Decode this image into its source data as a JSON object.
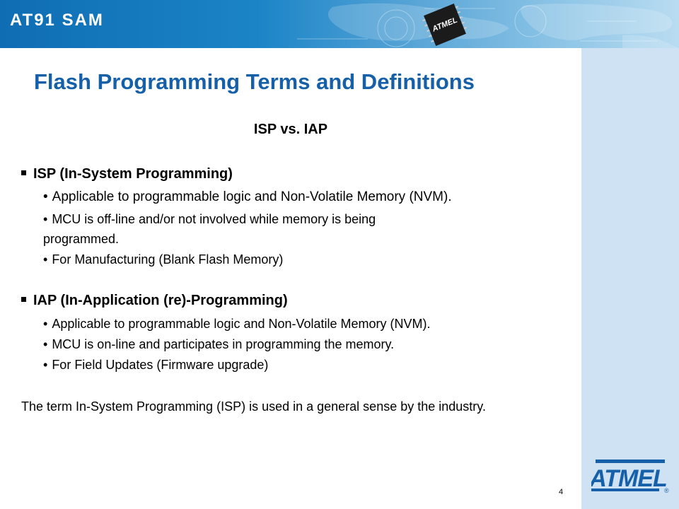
{
  "header": {
    "brand": "AT91 SAM",
    "chip_logo_text": "ATMEL"
  },
  "slide": {
    "title": "Flash Programming Terms and Definitions",
    "subtitle": "ISP vs. IAP",
    "sections": [
      {
        "heading": "ISP (In-System Programming)",
        "bullets": [
          "Applicable to programmable logic and Non-Volatile Memory (NVM).",
          "MCU is off-line and/or not involved while memory is being",
          "For Manufacturing (Blank Flash Memory)"
        ],
        "bullet_2_continuation": "programmed."
      },
      {
        "heading": "IAP (In-Application (re)-Programming)",
        "bullets": [
          "Applicable to programmable logic and Non-Volatile Memory (NVM).",
          "MCU is on-line and participates in programming the memory.",
          "For Field Updates (Firmware upgrade)"
        ]
      }
    ],
    "footer_paragraph": "The term In-System Programming (ISP) is used in a general sense by the industry.",
    "page_number": "4"
  },
  "footer_logo": {
    "text": "ATMEL",
    "mark": "®"
  },
  "colors": {
    "title": "#1560a8",
    "banner_dark": "#0f6db3",
    "banner_light": "#b9dcf1",
    "sidebar": "#cfe2f3",
    "logo": "#1560a8"
  },
  "icons": [
    "chip-icon",
    "world-map-graphic",
    "atmel-logo"
  ]
}
